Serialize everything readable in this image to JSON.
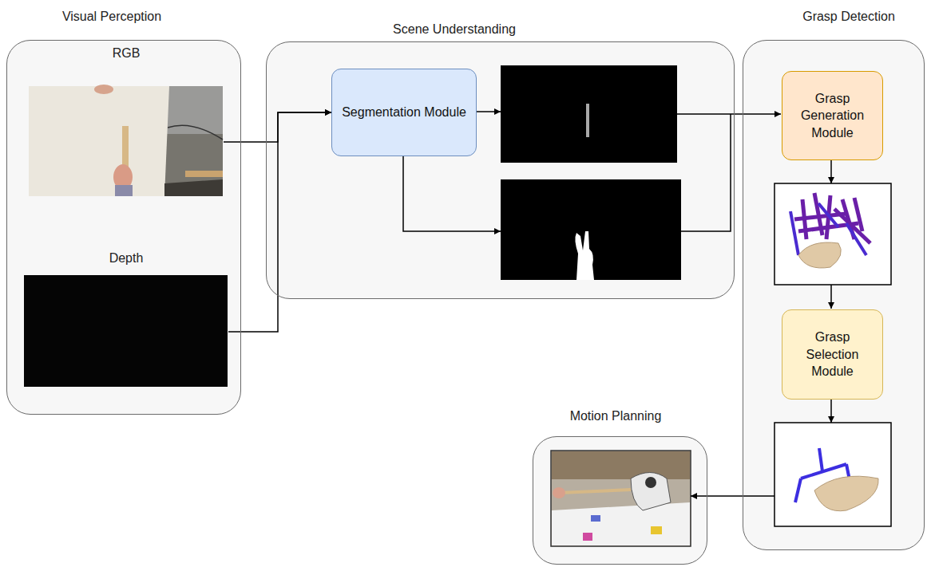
{
  "diagram": {
    "nodes": [
      {
        "text": [
          "Visual Perception"
        ]
      },
      {
        "text": [
          "RGB"
        ],
        "in": 0
      },
      {
        "text": [
          "Depth"
        ],
        "in": 0
      },
      {
        "text": [
          "Scene Understanding"
        ]
      },
      {
        "text": [
          "Segmentation Module"
        ],
        "in": 3
      },
      {
        "text": [
          "Grasp Detection"
        ]
      },
      {
        "text": [
          "Grasp Generation Module"
        ],
        "in": 5
      },
      {
        "text": [
          "Grasp Selection Module"
        ],
        "in": 5
      },
      {
        "text": [
          "Motion Planning"
        ]
      }
    ],
    "edges": [
      {
        "from": 1,
        "to": 4,
        "arrow": "to"
      },
      {
        "from": 2,
        "to": 4,
        "arrow": "to"
      }
    ]
  }
}
